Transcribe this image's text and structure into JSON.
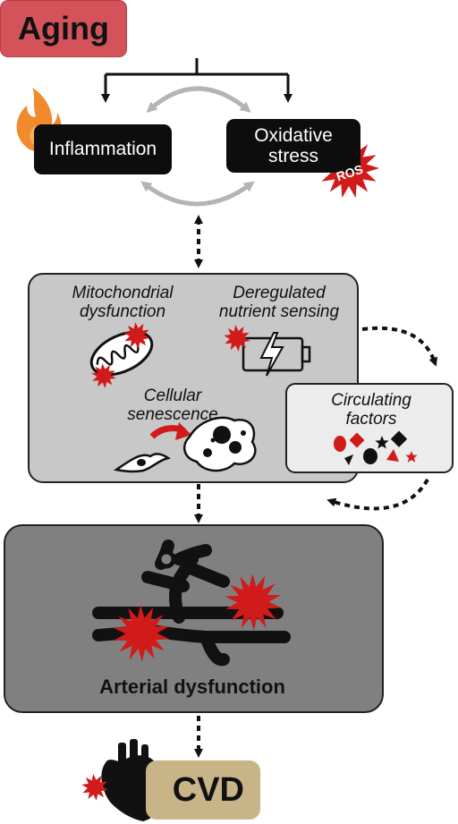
{
  "top": {
    "aging": "Aging",
    "inflammation": "Inflammation",
    "oxidative_stress": "Oxidative\nstress",
    "ros": "ROS"
  },
  "hallmarks": {
    "mitochondrial": "Mitochondrial\ndysfunction",
    "nutrient": "Deregulated\nnutrient sensing",
    "senescence": "Cellular\nsenescence"
  },
  "circulating": "Circulating\nfactors",
  "arterial": "Arterial dysfunction",
  "cvd": "CVD",
  "colors": {
    "aging": "#d4535a",
    "black_box": "#0d0d0d",
    "hallmarks_box": "#c8c8c8",
    "circulating_box": "#ececec",
    "arterial_box": "#808080",
    "cvd_box": "#c8b487",
    "burst": "#d11a1a",
    "flame": "#f08a2c"
  },
  "icons": [
    "flame-icon",
    "ros-burst-icon",
    "mitochondrion-icon",
    "battery-icon",
    "senescent-cell-icon",
    "shapes-icon",
    "artery-icon",
    "heart-icon"
  ]
}
